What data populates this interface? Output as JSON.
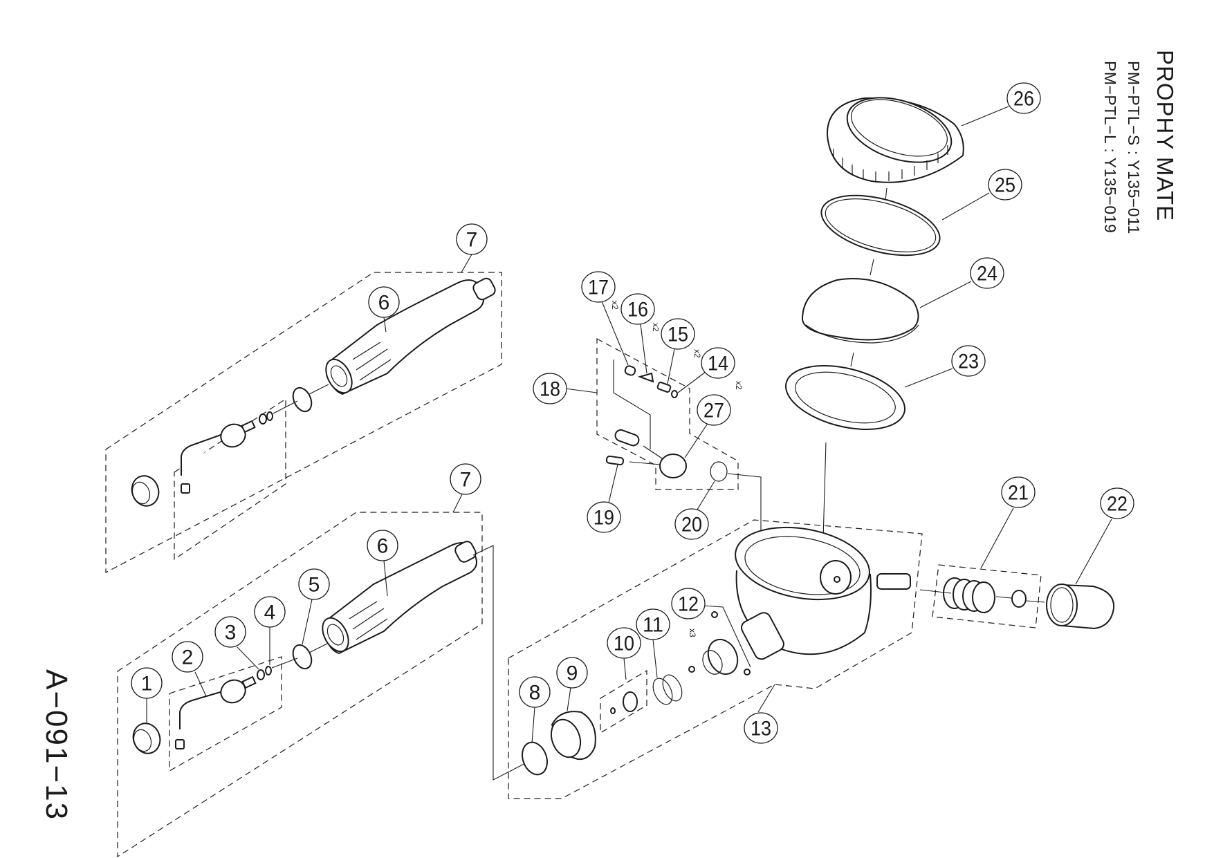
{
  "title": {
    "product": "PROPHY MATE",
    "models": [
      "PM−PTL−S : Y135−011",
      "PM−PTL−L : Y135−019"
    ]
  },
  "drawing_number": "A−091−13",
  "callouts": [
    {
      "id": "c1",
      "number": "1"
    },
    {
      "id": "c2",
      "number": "2"
    },
    {
      "id": "c3",
      "number": "3"
    },
    {
      "id": "c4",
      "number": "4"
    },
    {
      "id": "c5",
      "number": "5"
    },
    {
      "id": "c6a",
      "number": "6"
    },
    {
      "id": "c6b",
      "number": "6"
    },
    {
      "id": "c7a",
      "number": "7"
    },
    {
      "id": "c7b",
      "number": "7"
    },
    {
      "id": "c8",
      "number": "8"
    },
    {
      "id": "c9",
      "number": "9"
    },
    {
      "id": "c10",
      "number": "10"
    },
    {
      "id": "c11",
      "number": "11"
    },
    {
      "id": "c12",
      "number": "12",
      "qty": "x3"
    },
    {
      "id": "c13",
      "number": "13"
    },
    {
      "id": "c14",
      "number": "14",
      "qty": "x2"
    },
    {
      "id": "c15",
      "number": "15",
      "qty": "x2"
    },
    {
      "id": "c16",
      "number": "16",
      "qty": "x2"
    },
    {
      "id": "c17",
      "number": "17",
      "qty": "x2"
    },
    {
      "id": "c18",
      "number": "18"
    },
    {
      "id": "c19",
      "number": "19"
    },
    {
      "id": "c20",
      "number": "20"
    },
    {
      "id": "c21",
      "number": "21"
    },
    {
      "id": "c22",
      "number": "22"
    },
    {
      "id": "c23",
      "number": "23"
    },
    {
      "id": "c24",
      "number": "24"
    },
    {
      "id": "c25",
      "number": "25"
    },
    {
      "id": "c26",
      "number": "26"
    },
    {
      "id": "c27",
      "number": "27"
    }
  ],
  "colors": {
    "ink": "#1a1a1a",
    "paper": "#ffffff"
  }
}
